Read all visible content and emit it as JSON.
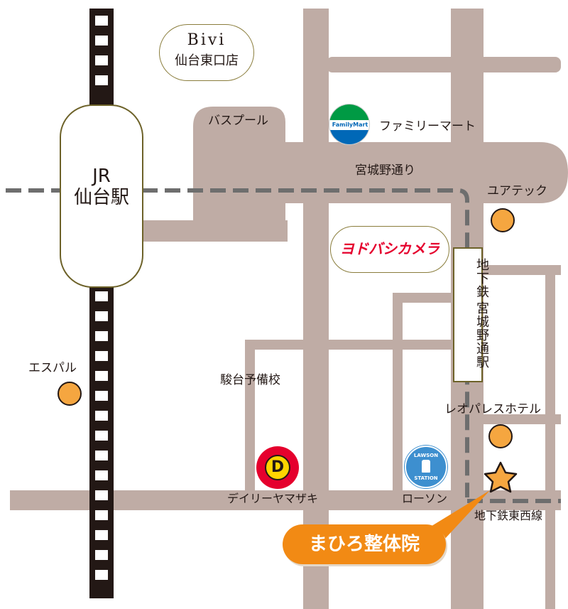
{
  "map": {
    "jr_station": {
      "line1": "JR",
      "line2": "仙台駅"
    },
    "bivi": {
      "brand": "Bivi",
      "branch": "仙台東口店"
    },
    "bus_pool": "バスプール",
    "family_mart": {
      "logo_text": "FamilyMart",
      "label": "ファミリーマート"
    },
    "miyagino_street": "宮城野通り",
    "yodobashi": "ヨドバシカメラ",
    "u_artec": "ユアテック",
    "subway_station": {
      "line1": "地下鉄",
      "line2": "宮城野通駅"
    },
    "espal": "エスパル",
    "sundai": "駿台予備校",
    "leo_palace": "レオパレスホテル",
    "daily_yamazaki": {
      "logo_text": "D",
      "label": "デイリーヤマザキ"
    },
    "lawson": {
      "logo_line1": "LAWSON",
      "logo_line2": "STATION",
      "label": "ローソン"
    },
    "tozai_line": "地下鉄東西線",
    "clinic": "まひろ整体院"
  },
  "colors": {
    "road": "#bfaca5",
    "landmark": "#f5a640",
    "clinic_callout": "#f28a14",
    "subway_line": "#6e6e6e",
    "yodobashi_red": "#e5002d",
    "familymart_green": "#009a44",
    "familymart_blue": "#0068b7",
    "lawson_blue": "#3d8fcf"
  },
  "icons": [
    "star-icon",
    "landmark-dot-icon",
    "railway-track-icon"
  ]
}
